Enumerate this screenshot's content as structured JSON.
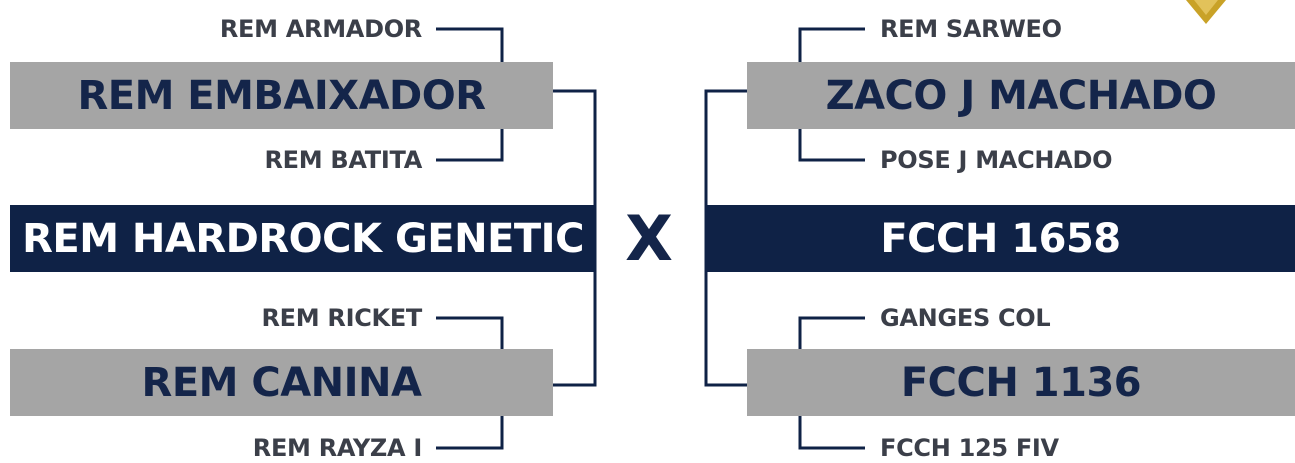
{
  "left": {
    "sire": "REM HARDROCK GENETIC",
    "paternal": {
      "name": "REM EMBAIXADOR",
      "sire": "REM ARMADOR",
      "dam": "REM BATITA"
    },
    "maternal": {
      "name": "REM CANINA",
      "sire": "REM RICKET",
      "dam": "REM RAYZA I"
    }
  },
  "cross_symbol": "X",
  "right": {
    "dam": "FCCH 1658",
    "paternal": {
      "name": "ZACO J MACHADO",
      "sire": "REM SARWEO",
      "dam": "POSE J MACHADO"
    },
    "maternal": {
      "name": "FCCH 1136",
      "sire": "GANGES COL",
      "dam": "FCCH 125 FIV"
    }
  },
  "colors": {
    "navy": "#0f2246",
    "gray_box": "#a5a5a5",
    "text_dark": "#14254a",
    "ancestor_text": "#3b3f49",
    "emblem_gold": "#c9a227"
  }
}
